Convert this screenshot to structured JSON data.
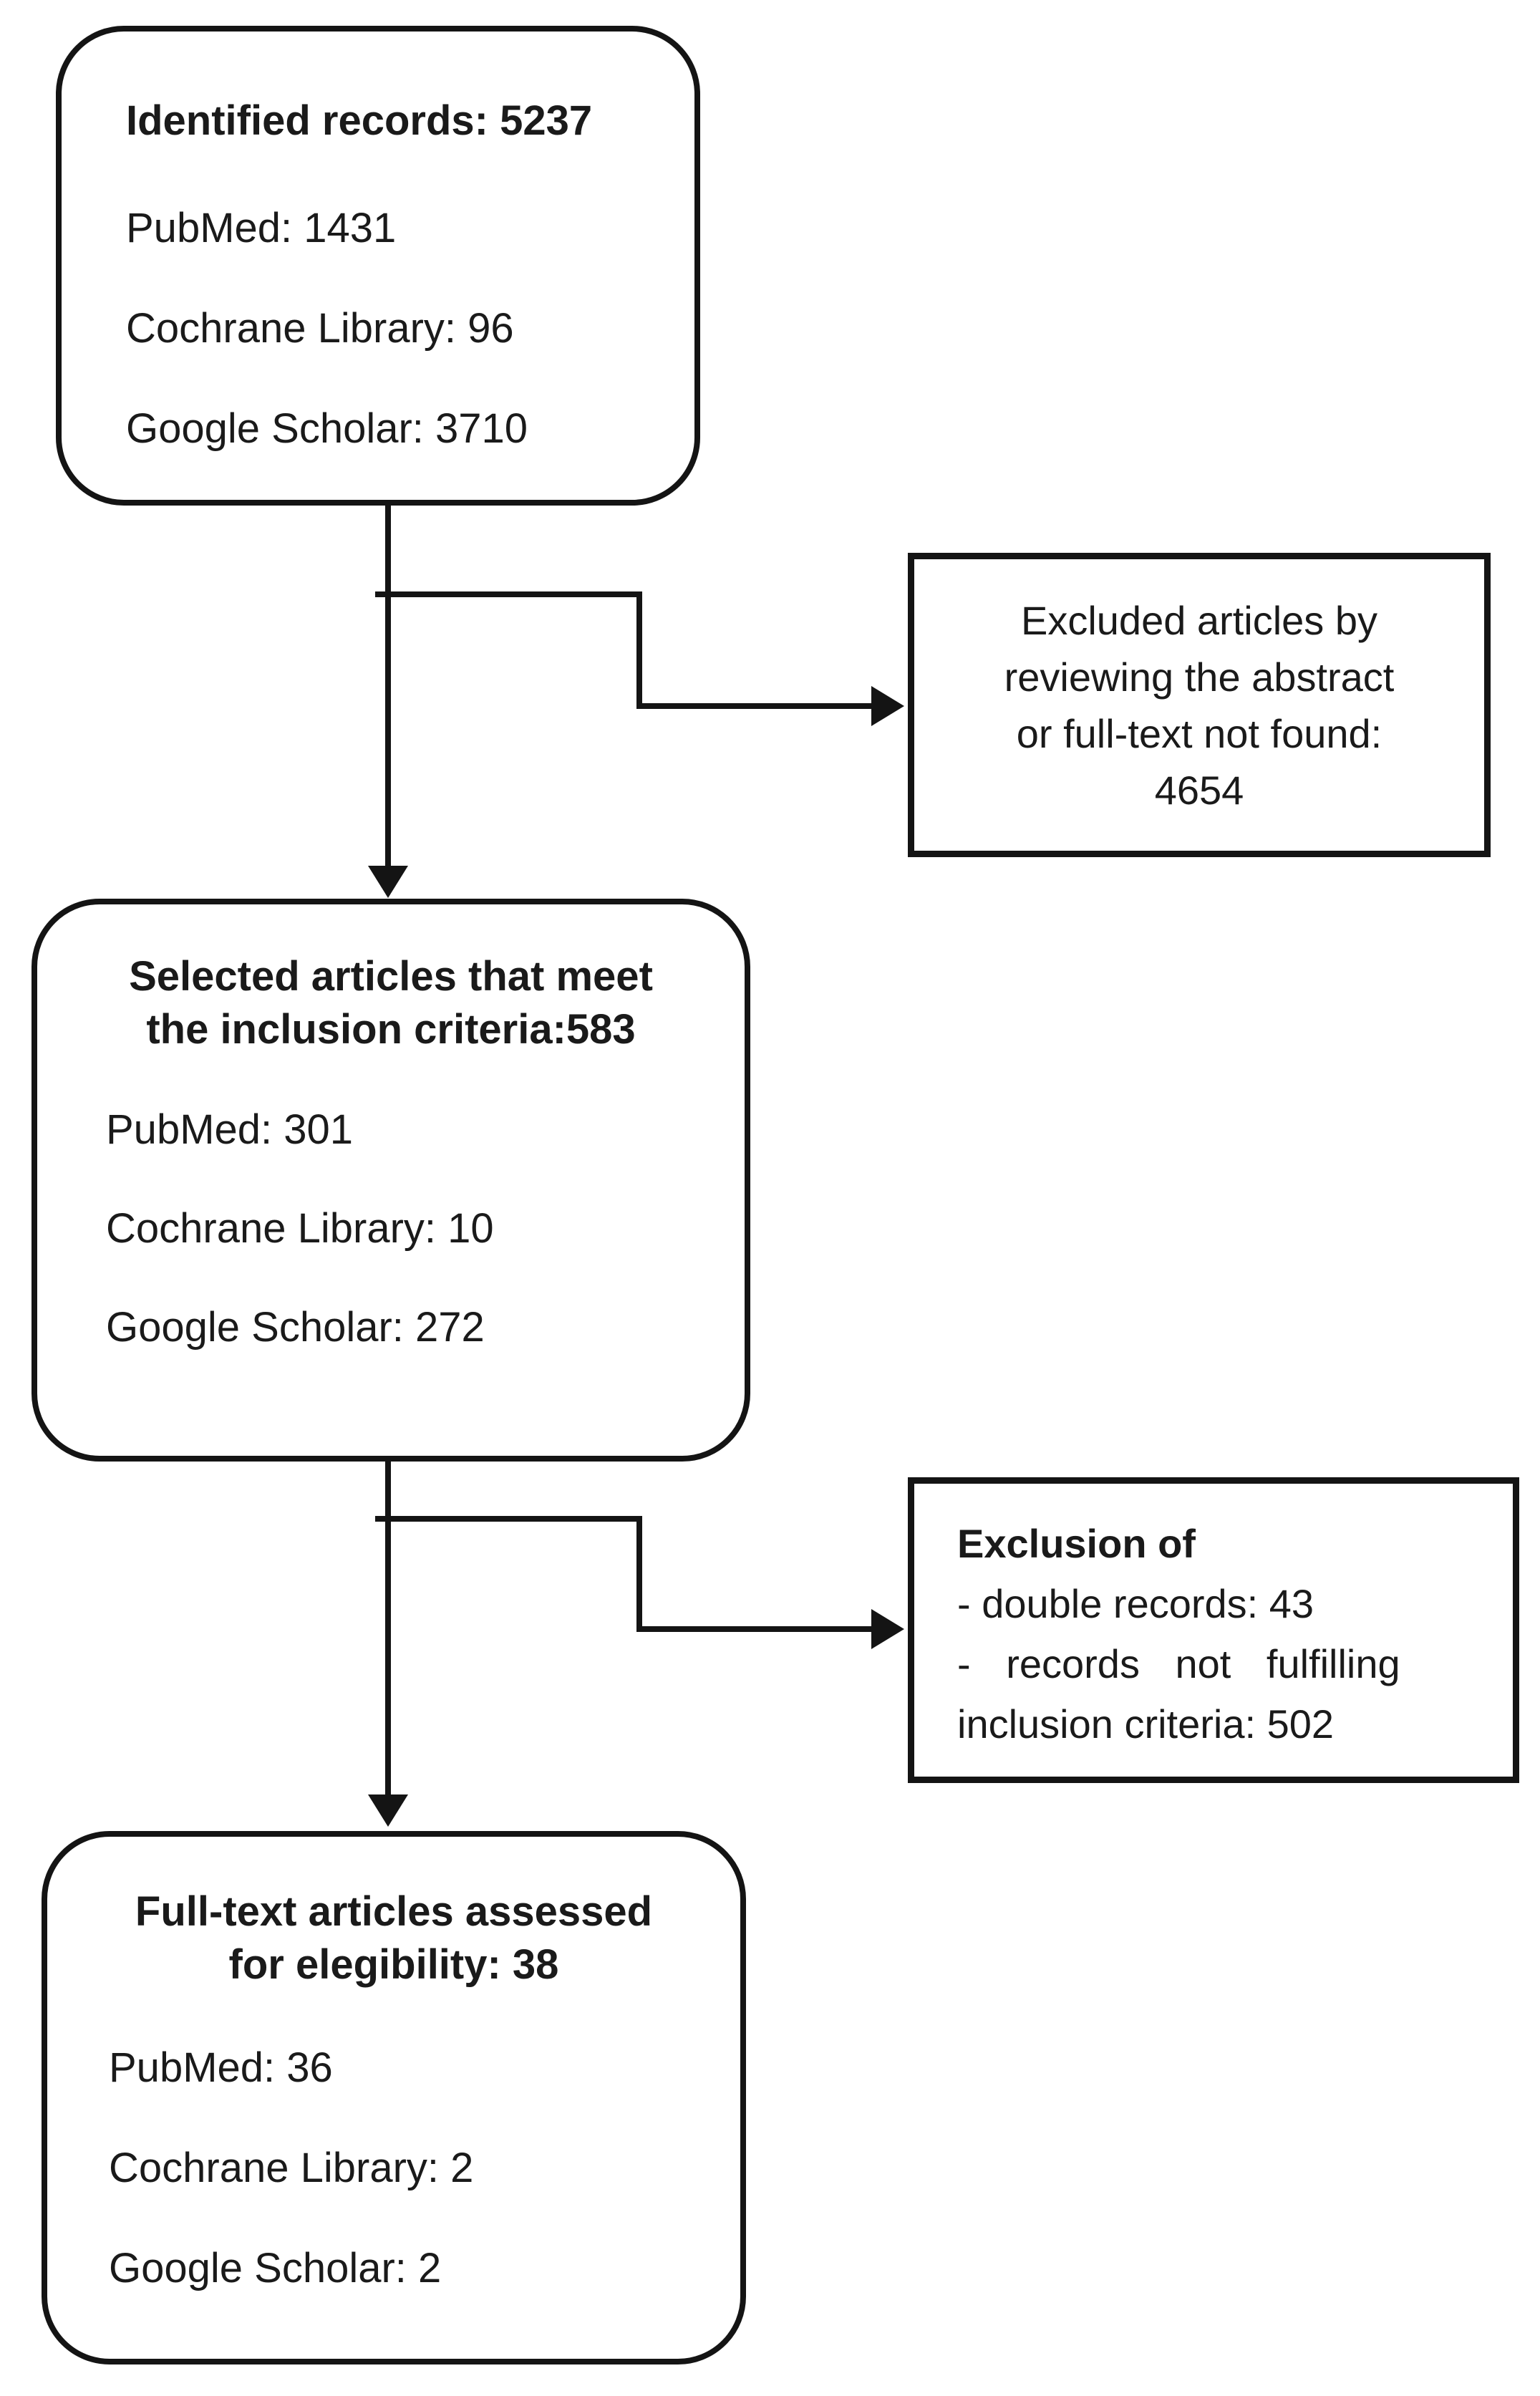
{
  "diagram": {
    "background": "#ffffff",
    "line_color": "#141414",
    "text_color": "#1a1a1a",
    "boxes": {
      "identified": {
        "title": "Identified records: 5237",
        "lines": [
          "PubMed: 1431",
          "Cochrane Library: 96",
          "Google Scholar: 3710"
        ]
      },
      "excluded_abstract": {
        "lines": [
          "Excluded articles by",
          "reviewing the abstract",
          "or full-text not found:",
          "4654"
        ]
      },
      "selected": {
        "title_lines": [
          "Selected articles that meet",
          "the inclusion criteria:583"
        ],
        "lines": [
          "PubMed: 301",
          "Cochrane Library: 10",
          "Google Scholar: 272"
        ]
      },
      "exclusion_criteria": {
        "title": "Exclusion of",
        "lines": [
          "- double records: 43",
          "- records not fulfilling",
          "inclusion criteria: 502"
        ]
      },
      "fulltext": {
        "title_lines": [
          "Full-text articles assessed",
          "for elegibility: 38"
        ],
        "lines": [
          "PubMed: 36",
          "Cochrane Library: 2",
          "Google Scholar: 2"
        ]
      }
    }
  }
}
